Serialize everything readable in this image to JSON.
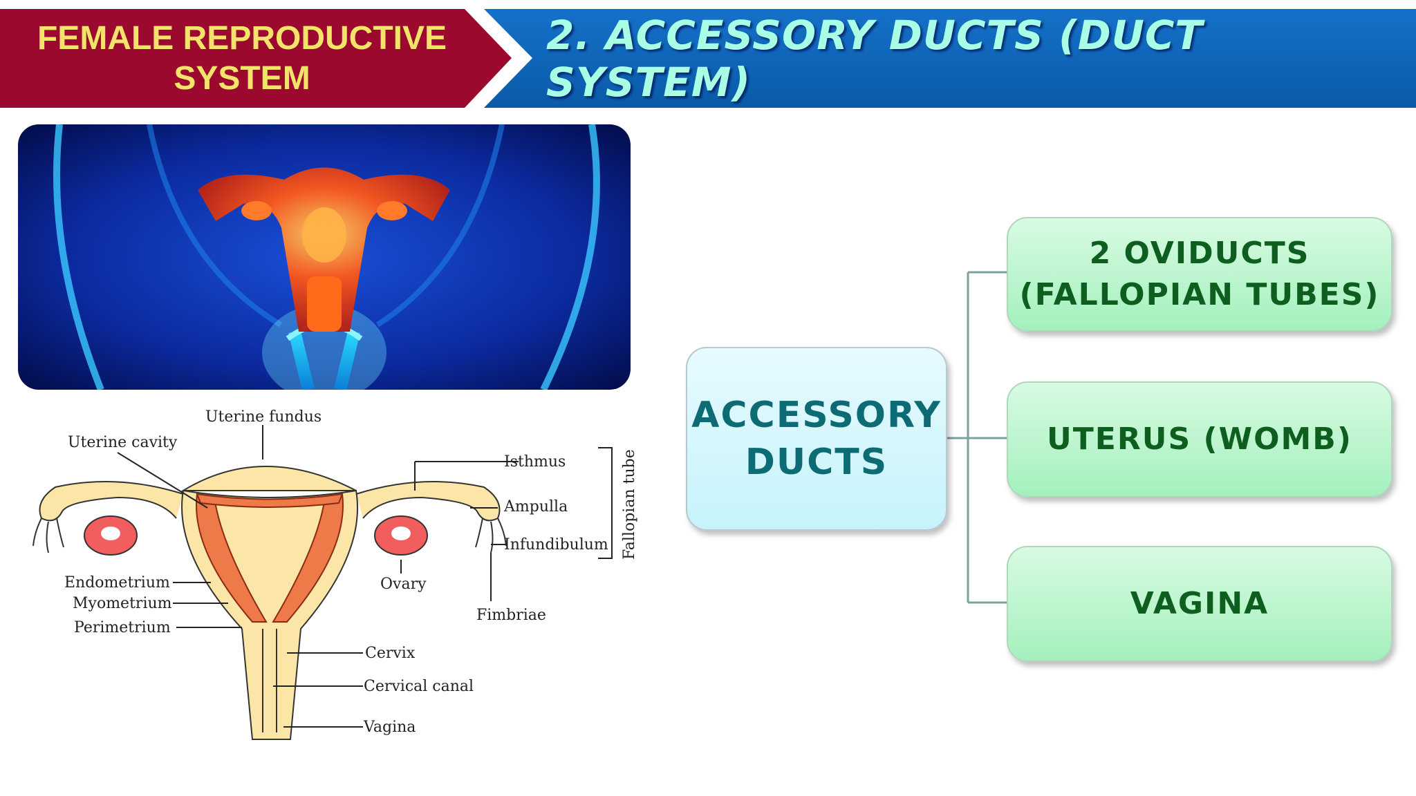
{
  "header": {
    "section_title": "FEMALE REPRODUCTIVE SYSTEM",
    "section_title_line1": "FEMALE REPRODUCTIVE",
    "section_title_line2": "SYSTEM",
    "slide_title": "2. ACCESSORY DUCTS (DUCT SYSTEM)"
  },
  "diagram_labels": {
    "uterine_fundus": "Uterine fundus",
    "uterine_cavity": "Uterine cavity",
    "isthmus": "Isthmus",
    "ampulla": "Ampulla",
    "infundibulum": "Infundibulum",
    "fallopian_tube": "Fallopian tube",
    "endometrium": "Endometrium",
    "myometrium": "Myometrium",
    "perimetrium": "Perimetrium",
    "ovary": "Ovary",
    "fimbriae": "Fimbriae",
    "cervix": "Cervix",
    "cervical_canal": "Cervical canal",
    "vagina": "Vagina"
  },
  "concept_map": {
    "root_line1": "ACCESSORY",
    "root_line2": "DUCTS",
    "children": [
      {
        "line1": "2 OVIDUCTS",
        "line2": "(FALLOPIAN TUBES)"
      },
      {
        "line1": "UTERUS (WOMB)",
        "line2": ""
      },
      {
        "line1": "VAGINA",
        "line2": ""
      }
    ]
  },
  "colors": {
    "left_banner": "#9b0a2e",
    "right_banner": "#0b63b8",
    "left_banner_text": "#f4e36a",
    "right_banner_text": "#a8ffe6",
    "root_node_text": "#0c6b73",
    "child_node_text": "#0d5e1f",
    "connector": "#7fa0a0"
  }
}
